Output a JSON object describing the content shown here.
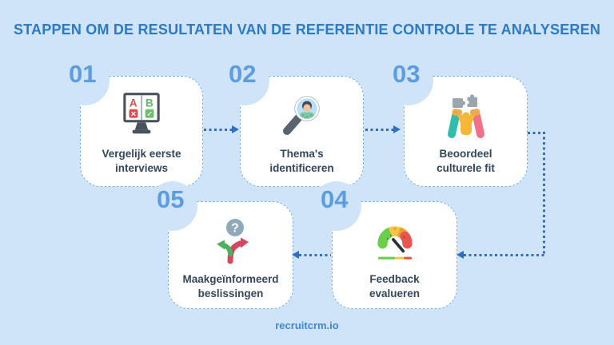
{
  "title": "STAPPEN OM DE RESULTATEN VAN DE REFERENTIE CONTROLE TE ANALYSEREN",
  "footer": "recruitcrm.io",
  "colors": {
    "background": "#cfe4f8",
    "title_blue": "#2b7ac8",
    "step_number_blue": "#5c9ce0",
    "card_border_blue": "#7ab0e8",
    "arrow_blue": "#2e6fc2",
    "label_navy": "#33475b",
    "footer_blue": "#3f86d6"
  },
  "steps": [
    {
      "number": "01",
      "label": "Vergelijk eerste\ninterviews",
      "icon": "ab-comparison-monitor-icon"
    },
    {
      "number": "02",
      "label": "Thema's\nidentificeren",
      "icon": "magnifier-person-icon"
    },
    {
      "number": "03",
      "label": "Beoordeel\nculturele fit",
      "icon": "teamwork-puzzle-icon"
    },
    {
      "number": "04",
      "label": "Feedback\nevalueren",
      "icon": "feedback-gauge-icon"
    },
    {
      "number": "05",
      "label": "Maakgeïnformeerd\nbeslissingen",
      "icon": "decision-arrows-icon"
    }
  ]
}
